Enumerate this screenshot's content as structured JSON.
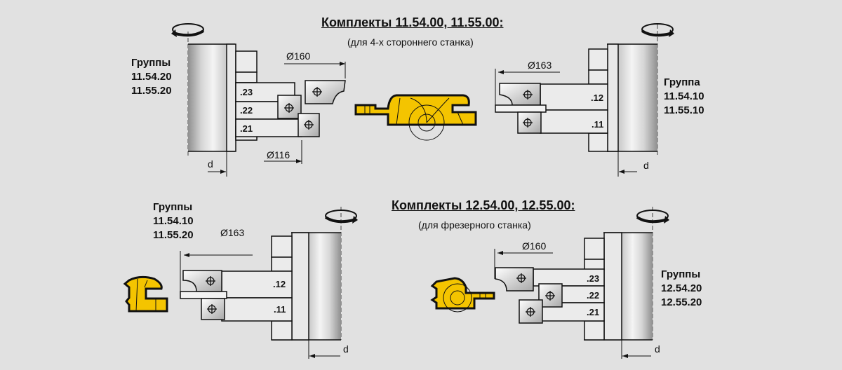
{
  "sets": [
    {
      "title": "Комплекты 11.54.00, 11.55.00:",
      "subtitle": "(для 4-х стороннего станка)"
    },
    {
      "title": "Комплекты 12.54.00, 12.55.00:",
      "subtitle": "(для фрезерного станка)"
    }
  ],
  "diagrams": [
    {
      "group_label": "Группы",
      "group_codes": [
        "11.54.20",
        "11.55.20"
      ],
      "diameter_outer": "Ø160",
      "diameter_inner": "Ø116",
      "cutter_numbers": [
        ".23",
        ".22",
        ".21"
      ],
      "d_label": "d",
      "rotation": "counter-clockwise"
    },
    {
      "group_label": "Группа",
      "group_codes": [
        "11.54.10",
        "11.55.10"
      ],
      "diameter_outer": "Ø163",
      "cutter_numbers": [
        ".12",
        ".11"
      ],
      "d_label": "d",
      "rotation": "clockwise"
    },
    {
      "group_label": "Группы",
      "group_codes": [
        "11.54.10",
        "11.55.20"
      ],
      "diameter_outer": "Ø163",
      "cutter_numbers": [
        ".12",
        ".11"
      ],
      "d_label": "d",
      "rotation": "clockwise"
    },
    {
      "group_label": "Группы",
      "group_codes": [
        "12.54.20",
        "12.55.20"
      ],
      "diameter_outer": "Ø160",
      "cutter_numbers": [
        ".23",
        ".22",
        ".21"
      ],
      "d_label": "d",
      "rotation": "clockwise"
    }
  ],
  "colors": {
    "background": "#e1e1e1",
    "wood": "#f4c400",
    "outline": "#111111",
    "metal_light": "#efefef",
    "metal_dark": "#9a9a9a"
  }
}
